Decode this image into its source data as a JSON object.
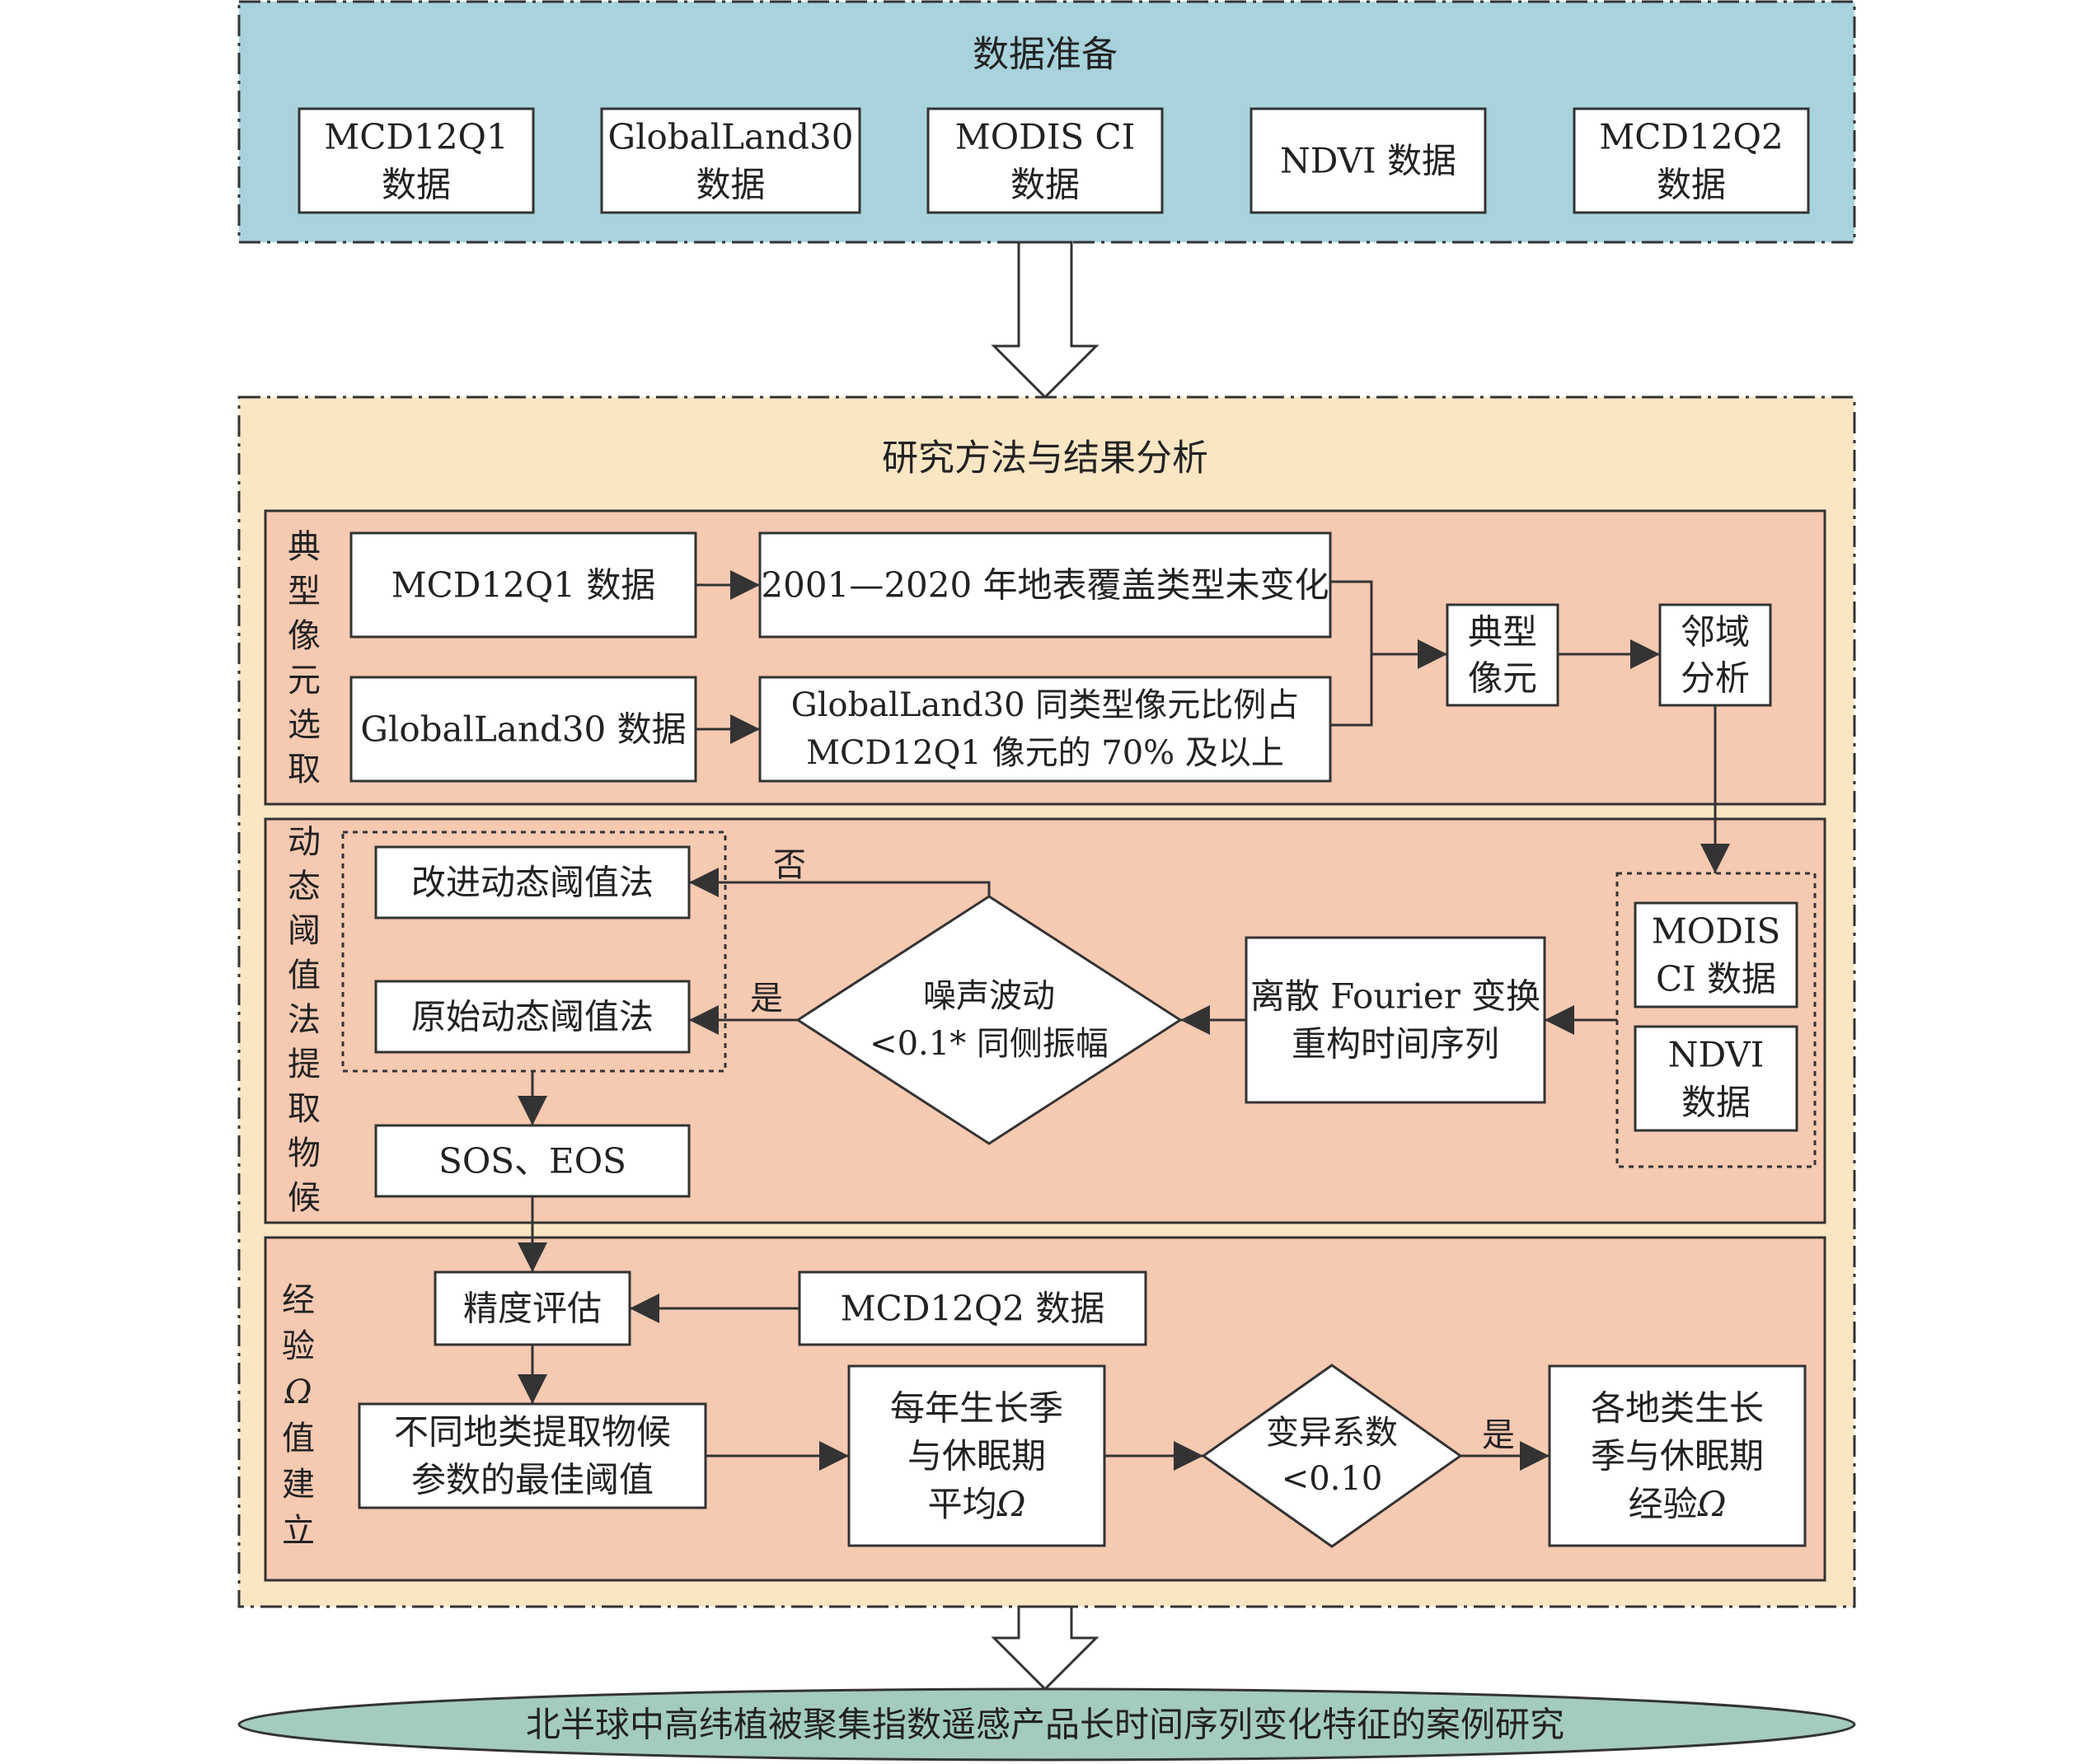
{
  "colors": {
    "data_panel": "#a8d3dd",
    "method_panel": "#fbe6c4",
    "sub_panel": "#f6c9b1",
    "result_oval": "#a4cbbf",
    "box_fill": "#ffffff",
    "line": "#333333"
  },
  "data_prep": {
    "title": "数据准备",
    "sources": [
      [
        "MCD12Q1",
        "数据"
      ],
      [
        "GlobalLand30",
        "数据"
      ],
      [
        "MODIS CI",
        "数据"
      ],
      [
        "NDVI 数据"
      ],
      [
        "MCD12Q2",
        "数据"
      ]
    ]
  },
  "method": {
    "title": "研究方法与结果分析",
    "pixel_section": {
      "label": "典型像元选取",
      "mcd_box": "MCD12Q1 数据",
      "unchanged_box": "2001—2020 年地表覆盖类型未变化",
      "gl_box": "GlobalLand30 数据",
      "ratio_box": [
        "GlobalLand30 同类型像元比例占",
        "MCD12Q1 像元的 70% 及以上"
      ],
      "typical_box": [
        "典型",
        "像元"
      ],
      "neighbor_box": [
        "邻域",
        "分析"
      ]
    },
    "threshold_section": {
      "label": "动态阈值法提取物候",
      "improved_box": "改进动态阈值法",
      "original_box": "原始动态阈值法",
      "decision": [
        "噪声波动",
        "<0.1* 同侧振幅"
      ],
      "no_label": "否",
      "yes_label": "是",
      "fourier_box": [
        "离散 Fourier 变换",
        "重构时间序列"
      ],
      "ci_box": [
        "MODIS",
        "CI 数据"
      ],
      "ndvi_box": [
        "NDVI",
        "数据"
      ],
      "sos_box": "SOS、EOS"
    },
    "omega_section": {
      "label": [
        "经",
        "验",
        "Ω",
        "值",
        "建",
        "立"
      ],
      "accuracy_box": "精度评估",
      "mcd12q2_box": "MCD12Q2 数据",
      "best_threshold_box": [
        "不同地类提取物候",
        "参数的最佳阈值"
      ],
      "avg_box": [
        "每年生长季",
        "与休眠期",
        "平均Ω"
      ],
      "cv_decision": [
        "变异系数",
        "<0.10"
      ],
      "yes_label": "是",
      "empirical_box": [
        "各地类生长",
        "季与休眠期",
        "经验Ω"
      ]
    }
  },
  "result": "北半球中高纬植被聚集指数遥感产品长时间序列变化特征的案例研究"
}
